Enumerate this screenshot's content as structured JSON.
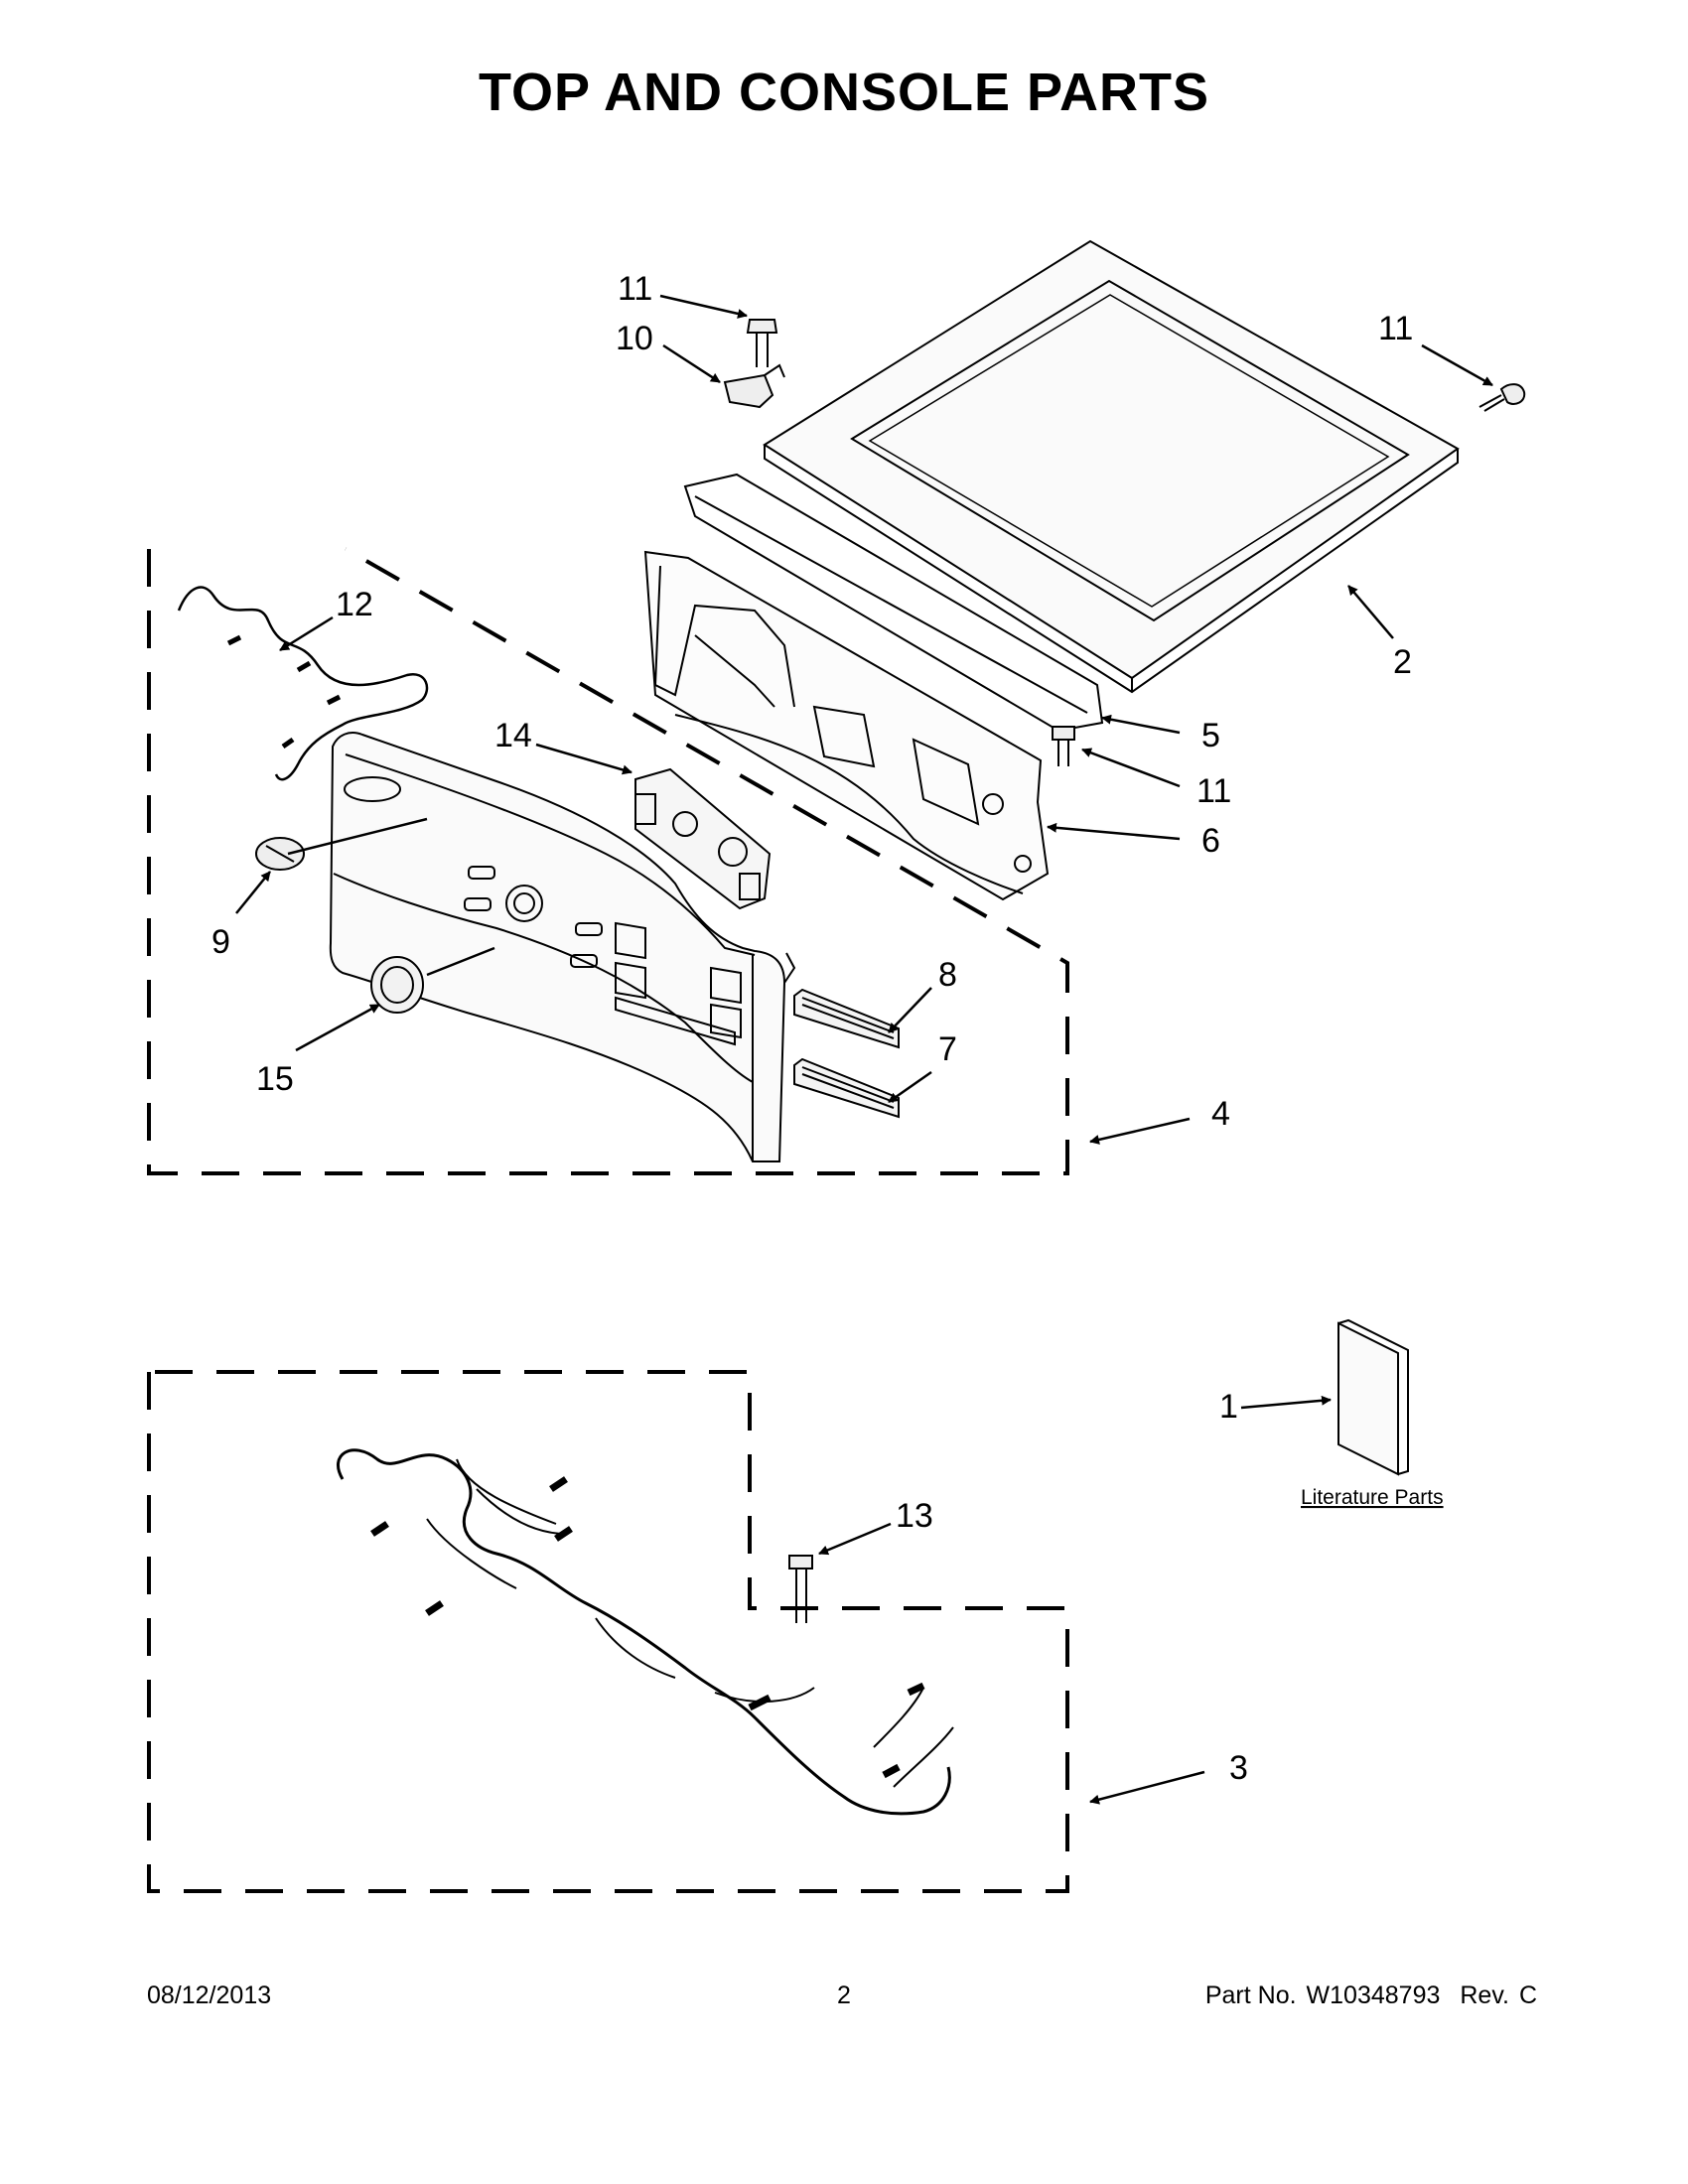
{
  "title": "TOP AND CONSOLE PARTS",
  "callouts": {
    "c1": "1",
    "c2": "2",
    "c3": "3",
    "c4": "4",
    "c5": "5",
    "c6": "6",
    "c7": "7",
    "c8": "8",
    "c9": "9",
    "c10": "10",
    "c11a": "11",
    "c11b": "11",
    "c11c": "11",
    "c12": "12",
    "c13": "13",
    "c14": "14",
    "c15": "15"
  },
  "literature_label": "Literature Parts",
  "footer": {
    "date": "08/12/2013",
    "page": "2",
    "part_label": "Part No.",
    "part_number": "W10348793",
    "rev_label": "Rev.",
    "rev": "C"
  }
}
